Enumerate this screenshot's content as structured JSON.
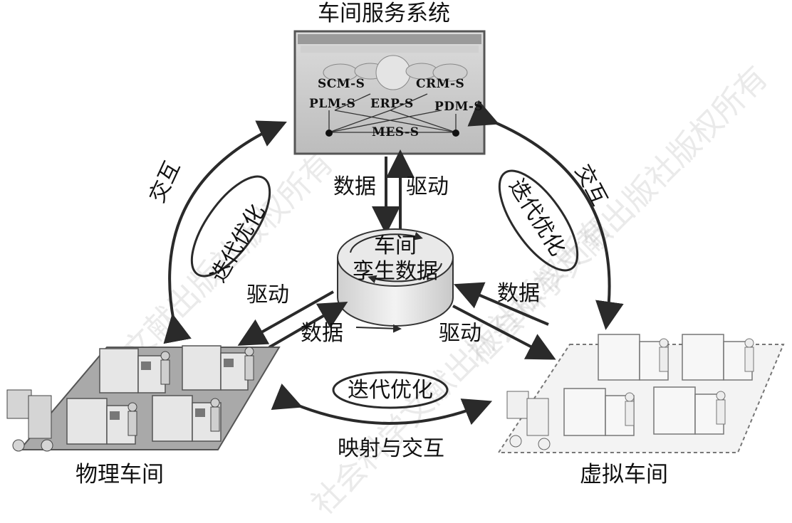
{
  "titles": {
    "service_system": "车间服务系统",
    "physical_workshop": "物理车间",
    "virtual_workshop": "虚拟车间",
    "twin_data_line1": "车间",
    "twin_data_line2": "孪生数据"
  },
  "services": {
    "scm": "SCM-S",
    "crm": "CRM-S",
    "plm": "PLM-S",
    "erp": "ERP-S",
    "pdm": "PDM-S",
    "mes": "MES-S"
  },
  "labels": {
    "data_down": "数据",
    "drive_up": "驱动",
    "drive_left": "驱动",
    "data_left": "数据",
    "data_right": "数据",
    "drive_right": "驱动",
    "interact_left": "交互",
    "iterate_left": "迭代优化",
    "interact_right": "交互",
    "iterate_right": "迭代优化",
    "iterate_bottom": "迭代优化",
    "map_interact": "映射与交互"
  },
  "watermark": "社会科学文献出版社版权所有",
  "colors": {
    "arrow": "#2a2a2a",
    "floor_physical": "#a9a9a9",
    "floor_virtual": "#f3f3f3",
    "machine": "#e6e6e6"
  }
}
